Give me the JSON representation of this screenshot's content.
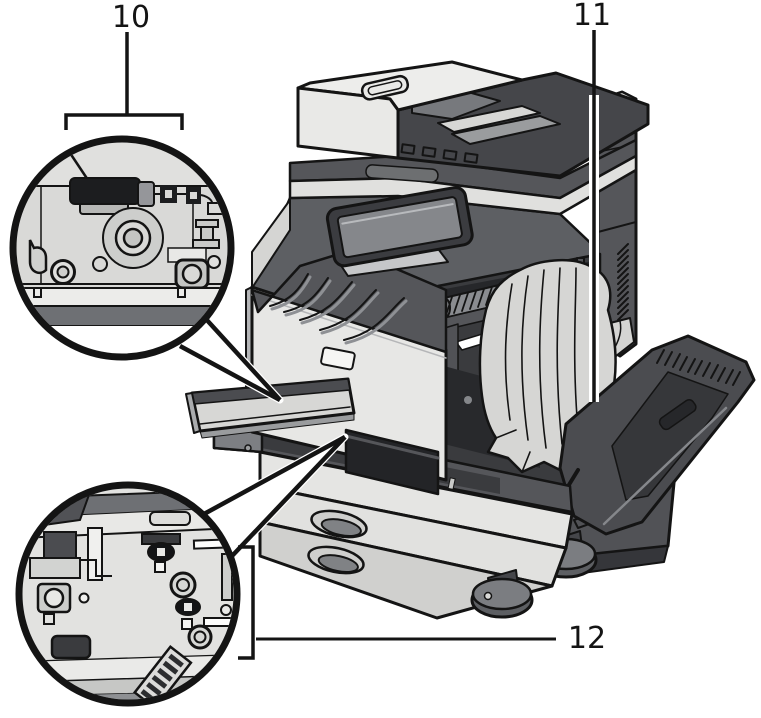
{
  "figure": {
    "type": "printer-paper-jam-illustration",
    "callouts": [
      {
        "label": "10",
        "points_to": "feed-unit-lever-detail"
      },
      {
        "label": "11",
        "points_to": "right-cover-jammed-paper"
      },
      {
        "label": "12",
        "points_to": "tray-unit-interior-detail"
      }
    ],
    "colors": {
      "outline": "#141414",
      "body_light": "#e7e7e5",
      "panel_dark": "#55565a",
      "door_dark": "#4b4c50",
      "cavity_dark": "#3a3b3e",
      "paper_light": "#d6d6d4",
      "red_indicator": "#e04a2f",
      "background": "#ffffff"
    }
  }
}
